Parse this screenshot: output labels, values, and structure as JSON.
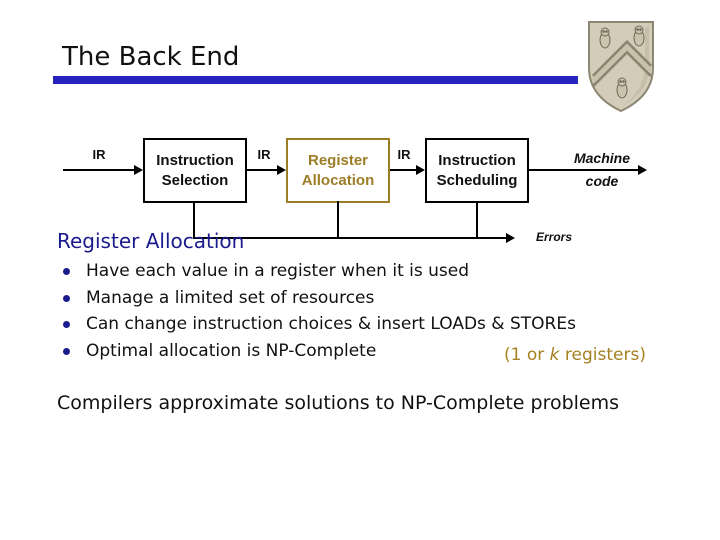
{
  "slide": {
    "title": "The Back End",
    "footer": "Compilers approximate solutions to NP-Complete problems"
  },
  "colors": {
    "accent_bar": "#2424bd",
    "highlight_gold": "#9c7d26",
    "heading_navy": "#1b1b8e"
  },
  "icons": {
    "crest": "university-crest"
  },
  "diagram": {
    "ir_labels": [
      "IR",
      "IR",
      "IR"
    ],
    "stages": [
      {
        "label_line1": "Instruction",
        "label_line2": "Selection"
      },
      {
        "label_line1": "Register",
        "label_line2": "Allocation"
      },
      {
        "label_line1": "Instruction",
        "label_line2": "Scheduling"
      }
    ],
    "output_line1": "Machine",
    "output_line2": "code",
    "errors_label": "Errors"
  },
  "content": {
    "heading": "Register Allocation",
    "bullets": [
      "Have each value in a register when it is used",
      "Manage a limited set of resources",
      "Can change instruction choices & insert LOADs & STOREs",
      "Optimal allocation is NP-Complete"
    ],
    "note": {
      "prefix": "(1 or ",
      "k": "k",
      "suffix": " registers)"
    }
  }
}
